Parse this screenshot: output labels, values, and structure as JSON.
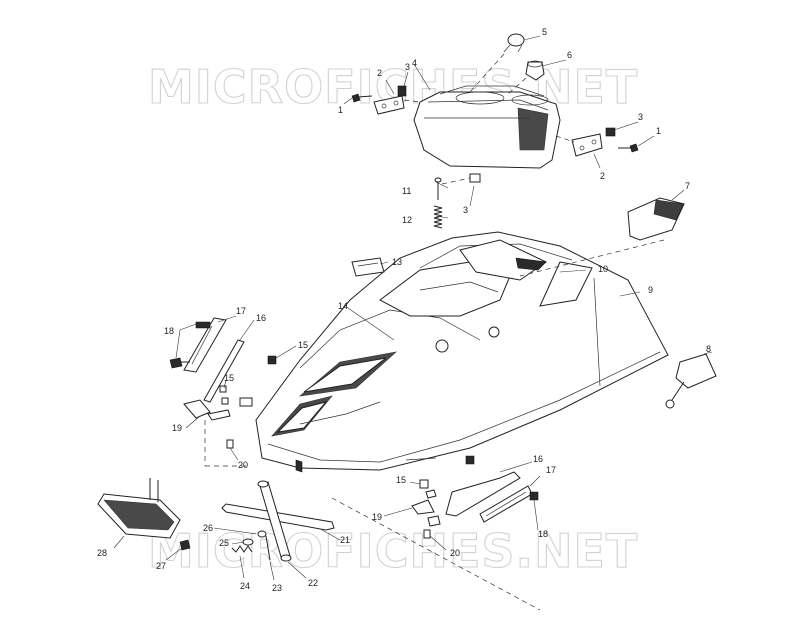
{
  "watermark": {
    "top": "MICROFICHES.NET",
    "bottom": "MICROFICHES.NET"
  },
  "callouts": [
    {
      "id": "c1a",
      "text": "1"
    },
    {
      "id": "c2a",
      "text": "2"
    },
    {
      "id": "c3a",
      "text": "3"
    },
    {
      "id": "c4",
      "text": "4"
    },
    {
      "id": "c5",
      "text": "5"
    },
    {
      "id": "c6",
      "text": "6"
    },
    {
      "id": "c3b",
      "text": "3"
    },
    {
      "id": "c1b",
      "text": "1"
    },
    {
      "id": "c2b",
      "text": "2"
    },
    {
      "id": "c7",
      "text": "7"
    },
    {
      "id": "c11",
      "text": "11"
    },
    {
      "id": "c3c",
      "text": "3"
    },
    {
      "id": "c12",
      "text": "12"
    },
    {
      "id": "c13",
      "text": "13"
    },
    {
      "id": "c10",
      "text": "10"
    },
    {
      "id": "c9",
      "text": "9"
    },
    {
      "id": "c14",
      "text": "14"
    },
    {
      "id": "c17a",
      "text": "17"
    },
    {
      "id": "c16a",
      "text": "16"
    },
    {
      "id": "c18a",
      "text": "18"
    },
    {
      "id": "c15a",
      "text": "15"
    },
    {
      "id": "c15b",
      "text": "15"
    },
    {
      "id": "c8",
      "text": "8"
    },
    {
      "id": "c19a",
      "text": "19"
    },
    {
      "id": "c20a",
      "text": "20"
    },
    {
      "id": "c16b",
      "text": "16"
    },
    {
      "id": "c17b",
      "text": "17"
    },
    {
      "id": "c15c",
      "text": "15"
    },
    {
      "id": "c19b",
      "text": "19"
    },
    {
      "id": "c18b",
      "text": "18"
    },
    {
      "id": "c26",
      "text": "26"
    },
    {
      "id": "c21",
      "text": "21"
    },
    {
      "id": "c20b",
      "text": "20"
    },
    {
      "id": "c25",
      "text": "25"
    },
    {
      "id": "c28",
      "text": "28"
    },
    {
      "id": "c27",
      "text": "27"
    },
    {
      "id": "c24",
      "text": "24"
    },
    {
      "id": "c23",
      "text": "23"
    },
    {
      "id": "c22",
      "text": "22"
    }
  ]
}
